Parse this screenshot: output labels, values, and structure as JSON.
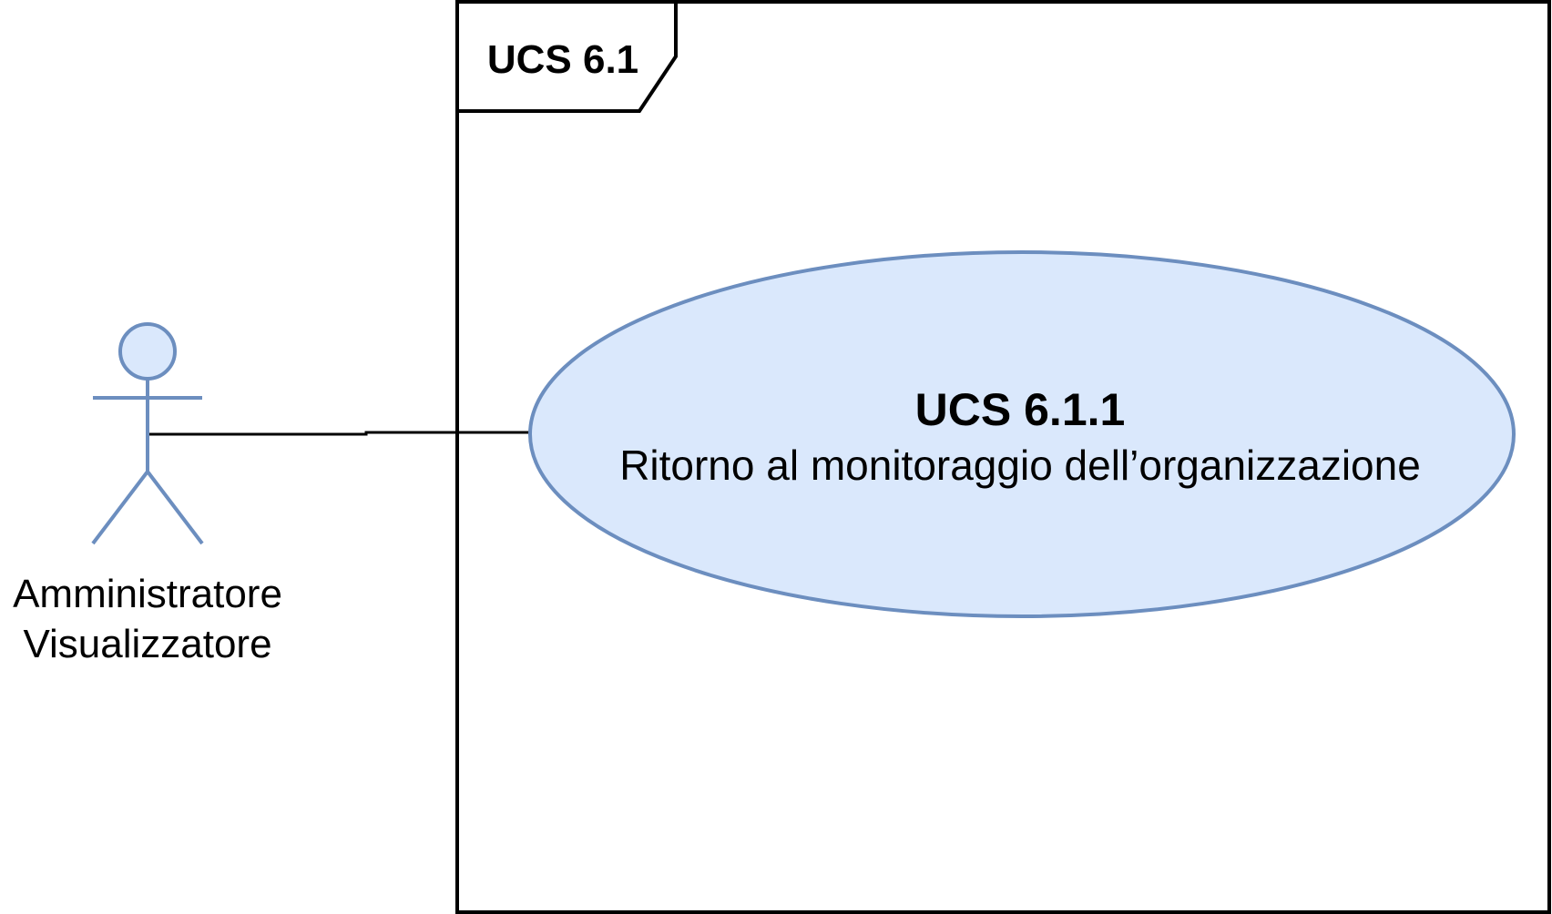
{
  "system": {
    "label": "UCS 6.1"
  },
  "actor": {
    "name_line1": "Amministratore",
    "name_line2": "Visualizzatore"
  },
  "use_case": {
    "id": "UCS 6.1.1",
    "title": "Ritorno al monitoraggio dell’organizzazione"
  },
  "colors": {
    "use_case_fill": "#dae8fc",
    "use_case_stroke": "#6c8ebf",
    "line": "#000000"
  }
}
